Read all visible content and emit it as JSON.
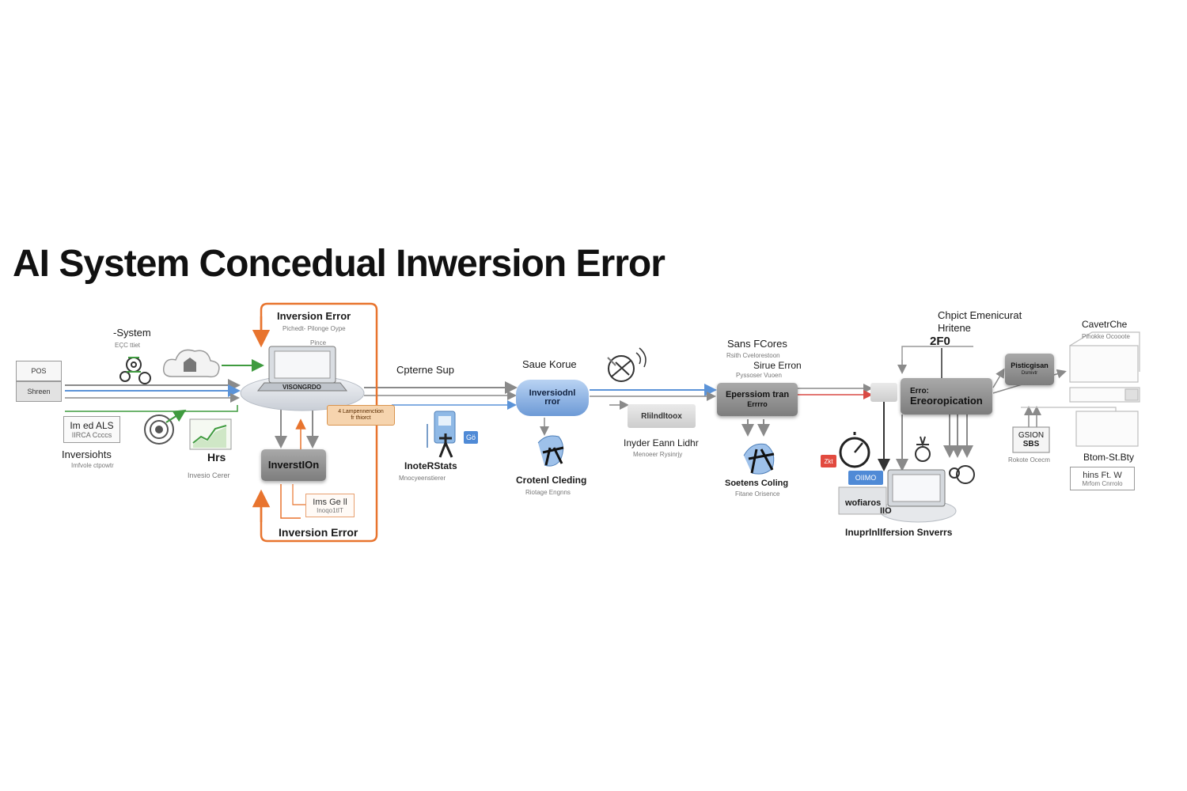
{
  "title": "AI System Concedual Inwersion Error",
  "colors": {
    "accent_orange": "#e8742e",
    "flow_blue": "#5b93d8",
    "flow_gray": "#8a8a8a",
    "flow_green": "#3f9b3f",
    "flow_red": "#d94a44",
    "node_gray": "#8e8e8e"
  },
  "left": {
    "pos_label": "POS",
    "screen_label": "Shreen",
    "system_label": "-System",
    "system_sub": "EÇC ttiet",
    "box_main": "Im ed ALS",
    "box_sub": "IIRCA Ccccs",
    "insights_label": "Inversiohts",
    "insights_sub": "Imfvole ctpowtr",
    "chart_label": "Hrs",
    "chart_sub": "Invesio Cerer"
  },
  "loop": {
    "top_title": "Inversion Error",
    "top_sub": "Pichedt- Pilonge Oype",
    "screen_caption": "Pince",
    "platform_label": "VISONGRDO",
    "orange_line1": "4 Lampennenction",
    "orange_line2": "fr thiorct",
    "node_label": "InverstIOn",
    "small_box_line1": "Ims Ge ll",
    "small_box_line2": "Inoqo1tIT",
    "bottom_title": "Inversion Error"
  },
  "middle": {
    "capture_label": "Cpterne Sup",
    "stats_label": "InoteRStats",
    "stats_sub": "Mnocyeenstierer",
    "tag_small": "Gö",
    "score_label": "Saue Korue",
    "blue_node_line1": "Inversiodnl",
    "blue_node_line2": "rror",
    "coding_label": "Crotenl Cleding",
    "coding_sub": "Riotage Engnns",
    "handbox_label": "Rlilndltoox",
    "layer_label": "Inyder Eann Lidhr",
    "layer_sub": "Menoeer Rysinrjy"
  },
  "right_mid": {
    "sans_label": "Sans FCores",
    "sans_sub": "Rsith Cvelorestoon",
    "error_label": "Sirue Erron",
    "error_sub": "Pyssoser Vuoen",
    "node_line1": "Eperssiom tran",
    "node_line2": "Errrro",
    "coling_label": "Soetens Coling",
    "coling_sub": "Fitane Orisence"
  },
  "far_right": {
    "object_line1": "Chpict Emenicurat",
    "object_line2": "Hritene",
    "object_code": "2F0",
    "node_line1": "Erro:",
    "node_line2": "Ereoropication",
    "small_gray_label": "Pisticgisan",
    "small_gray_sub": "Dsmivtr",
    "cavet_label": "CavetrChe",
    "cavet_sub": "Pihokke Ocooote",
    "gsion_line1": "GSION",
    "gsion_line2": "SBS",
    "gsion_sub": "Rokote Ocecm",
    "storm_label": "Btom-St.Bty",
    "hint_line1": "hins Ft. W",
    "hint_line2": "Mrfom Cnrrolo",
    "tag_red": "Zkt",
    "tag_blue": "OIIMO",
    "laptop_label": "wofiaros",
    "laptop_code": "IIO",
    "servers_label": "InuprInlIfersion Snverrs"
  }
}
